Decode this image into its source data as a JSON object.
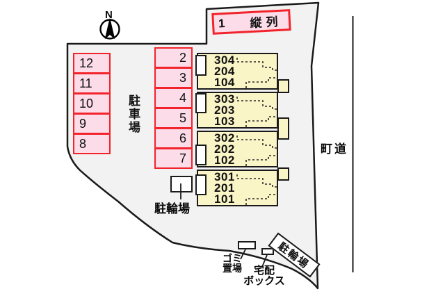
{
  "compass": {
    "label": "N"
  },
  "tandem": {
    "number": "1",
    "label": "縦列"
  },
  "parking": {
    "left_column": [
      "12",
      "11",
      "10",
      "9",
      "8"
    ],
    "middle_column": [
      "2",
      "3",
      "4",
      "5",
      "6",
      "7"
    ]
  },
  "building": {
    "units": [
      [
        "304",
        "204",
        "104"
      ],
      [
        "303",
        "203",
        "103"
      ],
      [
        "302",
        "202",
        "102"
      ],
      [
        "301",
        "201",
        "101"
      ]
    ]
  },
  "labels": {
    "parking_lot": "駐車場",
    "bicycle_parking": "駐輪場",
    "garbage_line1": "ゴミ",
    "garbage_line2": "置場",
    "delivery_line1": "宅配",
    "delivery_line2": "ボックス",
    "bicycle_parking_2": "駐輪場",
    "road": "町道"
  },
  "colors": {
    "site_fill": "#f2f2f2",
    "stall_fill": "#fbdce8",
    "stall_border": "#f2232a",
    "unit_fill": "#faf5c6",
    "outline": "#1a1a1a"
  }
}
